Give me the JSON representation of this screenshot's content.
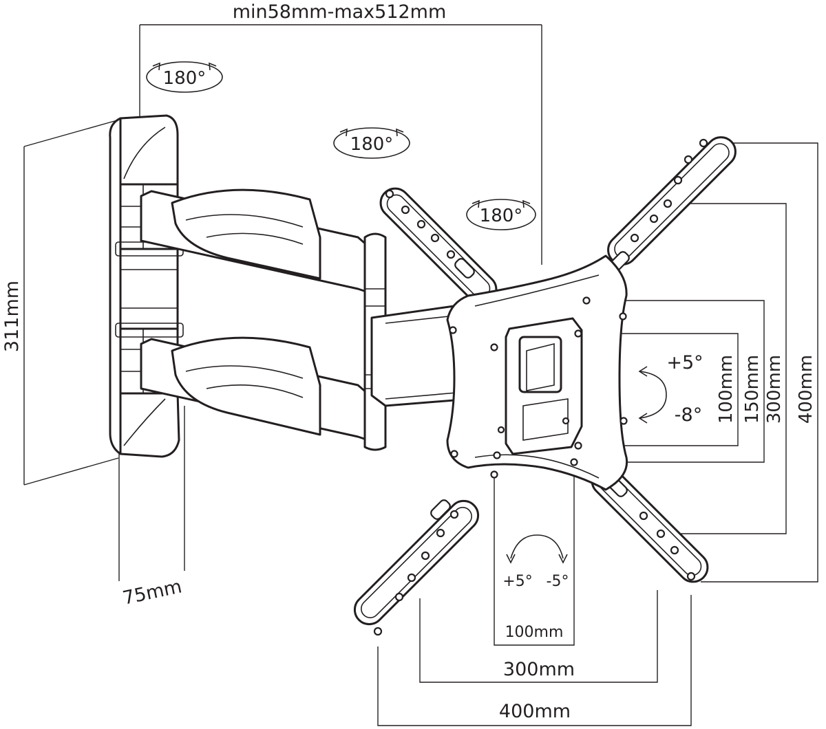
{
  "dimensions": {
    "reach": "min58mm-max512mm",
    "height": "311mm",
    "depth": "75mm",
    "v100": "100mm",
    "v150": "150mm",
    "v300": "300mm",
    "v400": "400mm",
    "h100": "100mm",
    "h300": "300mm",
    "h400": "400mm"
  },
  "rotations": {
    "wall_swivel": "180°",
    "arm_swivel": "180°",
    "head_swivel": "180°"
  },
  "tilt": {
    "up": "+5°",
    "down": "-8°"
  },
  "level": {
    "left": "+5°",
    "right": "-5°"
  },
  "colors": {
    "line": "#231f20",
    "background": "#ffffff"
  }
}
